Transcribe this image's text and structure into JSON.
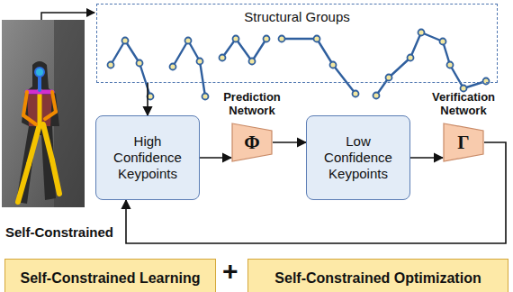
{
  "diagram": {
    "nodes": [
      {
        "text": [
          "Structural Groups"
        ]
      },
      {
        "text": [
          "High Confidence Keypoints"
        ]
      },
      {
        "text": [
          "Prediction Network",
          "Φ"
        ]
      },
      {
        "text": [
          "Low Confidence Keypoints"
        ]
      },
      {
        "text": [
          "Verification Network",
          "Γ"
        ]
      },
      {
        "text": [
          "Self-Constrained Learning"
        ]
      },
      {
        "text": [
          "Self-Constrained Optimization"
        ]
      }
    ],
    "edges": [
      {
        "from": 0,
        "to": 1,
        "arrow": "to"
      },
      {
        "from": 1,
        "to": 2,
        "arrow": "to"
      },
      {
        "from": 2,
        "to": 3,
        "arrow": "to"
      },
      {
        "from": 3,
        "to": 4,
        "arrow": "to"
      },
      {
        "from": 4,
        "to": 1,
        "arrow": "to"
      }
    ],
    "labels": [
      "Self-Constrained",
      "+"
    ]
  }
}
